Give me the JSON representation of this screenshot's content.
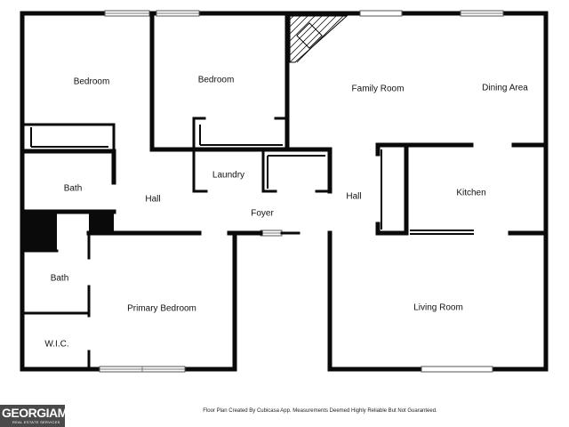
{
  "rooms": {
    "bedroom_1": "Bedroom",
    "bedroom_2": "Bedroom",
    "family_room": "Family Room",
    "dining_area": "Dining Area",
    "bath_1": "Bath",
    "hall_1": "Hall",
    "laundry": "Laundry",
    "foyer": "Foyer",
    "hall_2": "Hall",
    "kitchen": "Kitchen",
    "bath_2": "Bath",
    "primary_bedroom": "Primary Bedroom",
    "living_room": "Living Room",
    "wic": "W.I.C."
  },
  "footer": {
    "disclaimer": "Floor Plan Created By Cubicasa App. Measurements Deemed Highly Reliable But Not Guaranteed."
  },
  "logo": {
    "main": "GEORGIAMLS",
    "sub": "REAL ESTATE SERVICES"
  },
  "colors": {
    "wall": "#0a0a0a",
    "background": "#ffffff",
    "logo_bg": "#4a4a4a"
  }
}
